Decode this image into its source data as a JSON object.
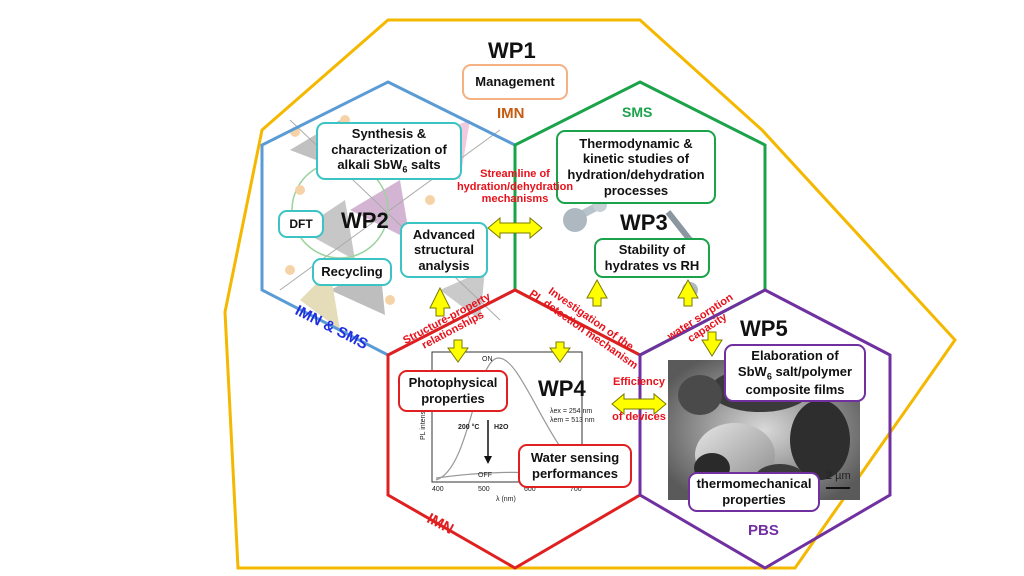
{
  "colors": {
    "outer": "#f5b800",
    "wp2_hex": "#5b9bd5",
    "wp3_hex": "#1aa34a",
    "wp4_hex": "#e02020",
    "wp5_hex": "#7030a0",
    "annotation": "#e8111b",
    "arrow": "#ffff00"
  },
  "wp1": {
    "title": "WP1",
    "box": "Management",
    "partner": "IMN"
  },
  "wp2": {
    "title": "WP2",
    "partner": "IMN & SMS",
    "synthesis": {
      "line1": "Synthesis &",
      "line2": "characterization of",
      "line3a": "alkali SbW",
      "line3sub": "6",
      "line3b": " salts"
    },
    "dft": "DFT",
    "advanced": {
      "line1": "Advanced",
      "line2": "structural",
      "line3": "analysis"
    },
    "recycling": "Recycling"
  },
  "wp3": {
    "title": "WP3",
    "partner": "SMS",
    "thermo": {
      "line1": "Thermodynamic &",
      "line2": "kinetic studies of",
      "line3": "hydration/dehydration",
      "line4": "processes"
    },
    "stability": {
      "line1": "Stability of",
      "line2": "hydrates vs RH"
    }
  },
  "wp4": {
    "title": "WP4",
    "partner": "IMN",
    "photophysical": {
      "line1": "Photophysical",
      "line2": "properties"
    },
    "water_sensing": {
      "line1": "Water sensing",
      "line2": "performances"
    },
    "plot": {
      "on": "ON",
      "off": "OFF",
      "temp": "200 °C",
      "h2o": "H2O",
      "lex": "λex = 254 nm",
      "lem": "λem = 513 nm",
      "ylabel": "PL intensity",
      "xlabel": "λ (nm)",
      "xticks": [
        "400",
        "500",
        "600",
        "700"
      ]
    }
  },
  "wp5": {
    "title": "WP5",
    "partner": "PBS",
    "elaboration": {
      "line1": "Elaboration of",
      "line2a": "SbW",
      "line2sub": "6",
      "line2b": " salt/polymer",
      "line3": "composite films"
    },
    "thermomech": {
      "line1": "thermomechanical",
      "line2": "properties"
    },
    "scalebar": "2 µm"
  },
  "links": {
    "streamline": {
      "line1": "Streamline of",
      "line2": "hydration/dehydration",
      "line3": "mechanisms"
    },
    "structure": {
      "line1": "Structure-property",
      "line2": "relationships"
    },
    "investigation": {
      "line1": "Investigation of the",
      "line2": "PL detection mechanism"
    },
    "water_sorption": {
      "line1": "water sorption",
      "line2": "capacity"
    },
    "efficiency": {
      "line1": "Efficiency",
      "line2": "of devices"
    }
  }
}
